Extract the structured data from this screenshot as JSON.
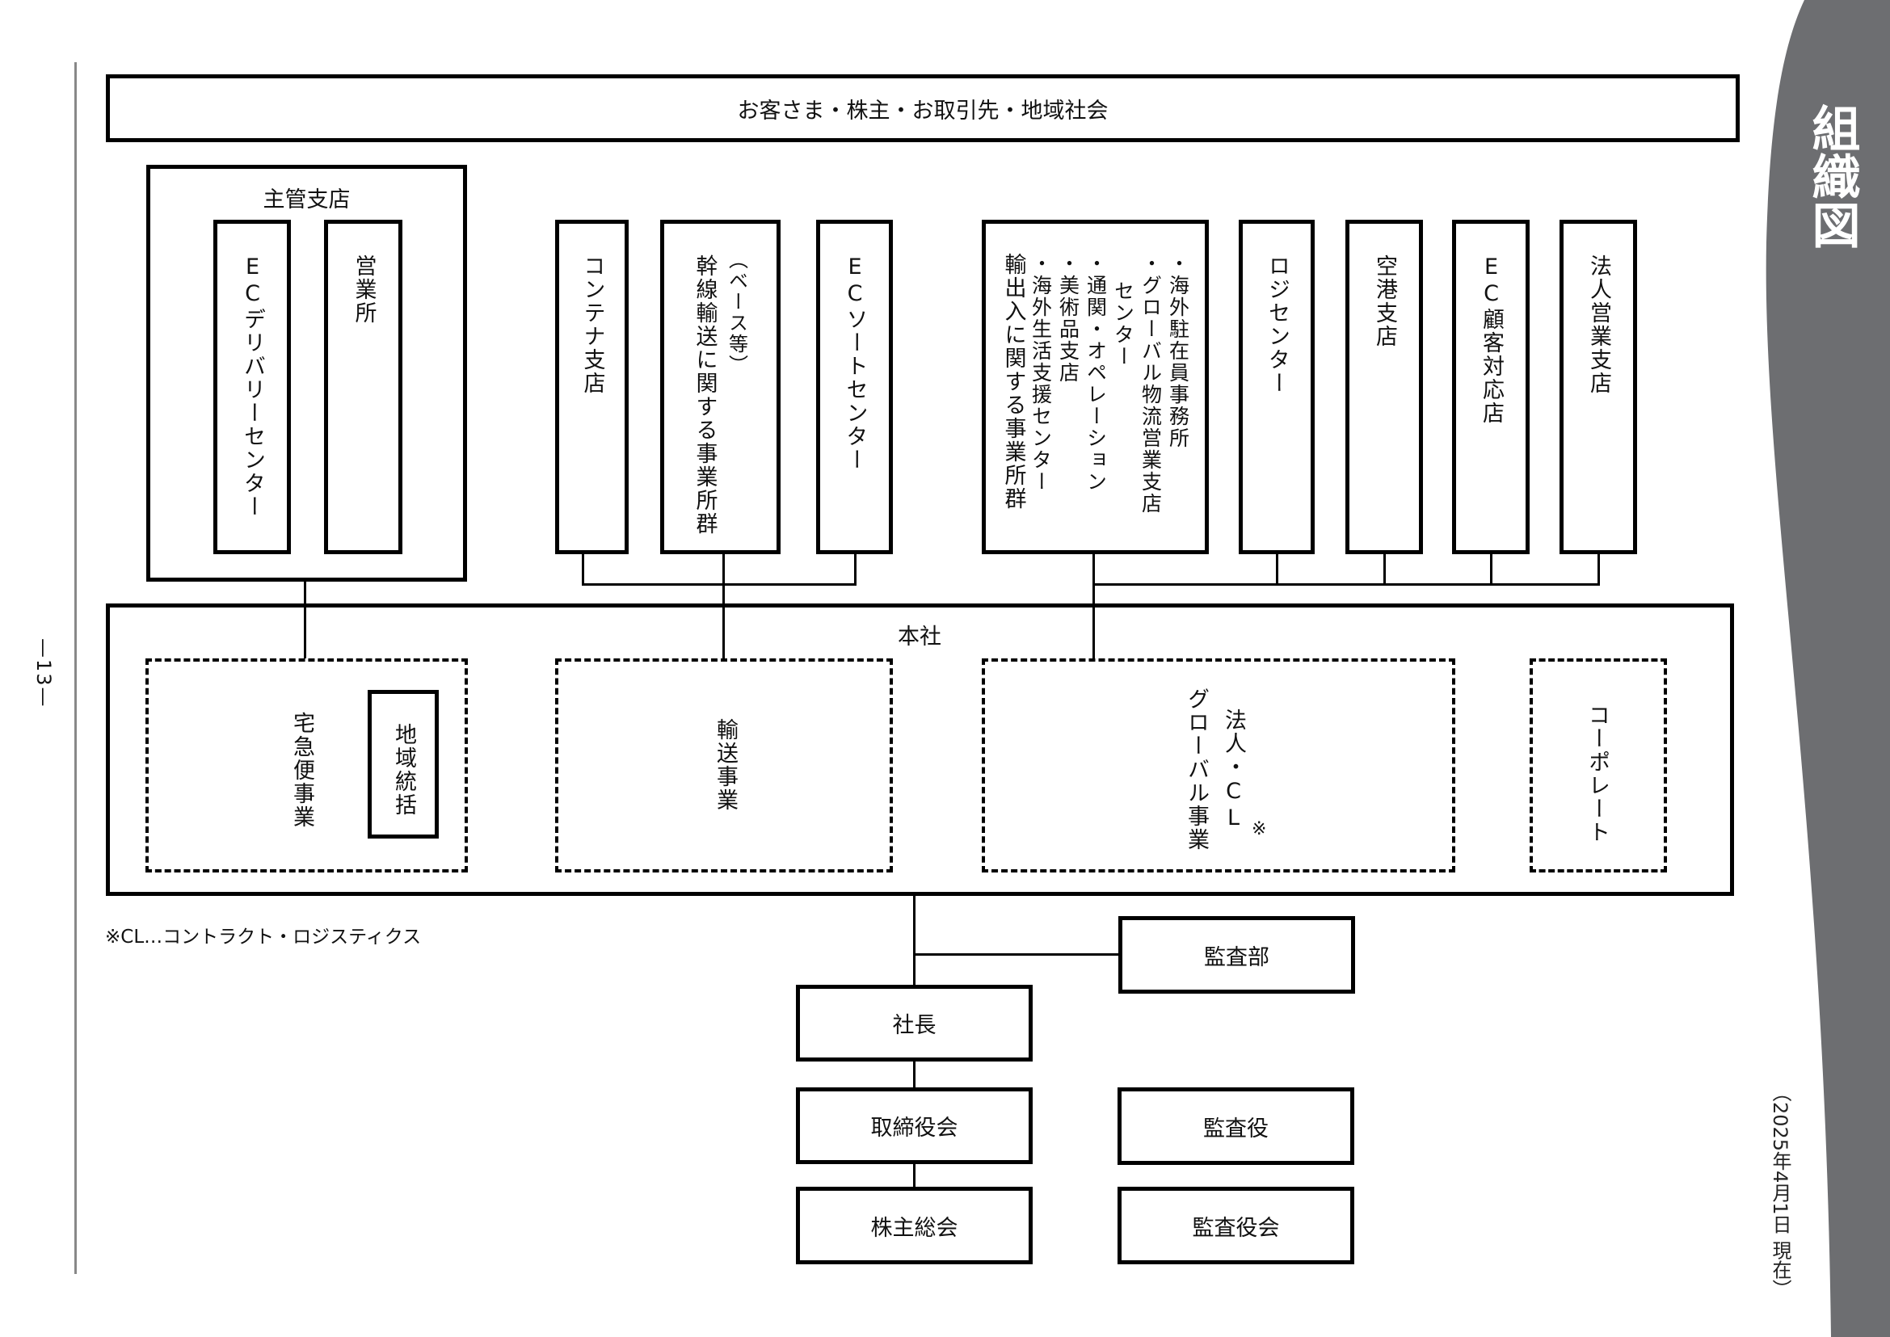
{
  "side_tab": {
    "title": "組織図",
    "date": "（2025年4月1日 現在）",
    "color": "#6d6e71"
  },
  "page_number": "—13—",
  "stakeholders": "お客さま・株主・お取引先・地域社会",
  "branch_group": {
    "title": "主管支店",
    "units": [
      "ECデリバリーセンター",
      "営業所"
    ]
  },
  "transport_units": [
    "コンテナ支店",
    "幹線輸送に関する事業所群",
    "（ベース等）",
    "ECソートセンター"
  ],
  "global_group": {
    "title": "輸出入に関する事業所群",
    "items": [
      "・海外生活支援センター",
      "・美術品支店",
      "・通関・オペレーション",
      "センター",
      "・グローバル物流営業支店",
      "・海外駐在員事務所"
    ]
  },
  "corporate_units": [
    "ロジセンター",
    "空港支店",
    "EC顧客対応店",
    "法人営業支店"
  ],
  "headquarters": {
    "title": "本社",
    "divisions": {
      "delivery": "宅急便事業",
      "regional": "地域統括",
      "transport": "輸送事業",
      "global_line1": "グローバル事業",
      "global_line2": "法人・CL",
      "global_mark": "※",
      "corporate": "コーポレート"
    }
  },
  "footnote": "※CL…コントラクト・ロジスティクス",
  "governance": {
    "audit_dept": "監査部",
    "president": "社長",
    "board": "取締役会",
    "shareholders_meeting": "株主総会",
    "auditor": "監査役",
    "audit_board": "監査役会"
  }
}
